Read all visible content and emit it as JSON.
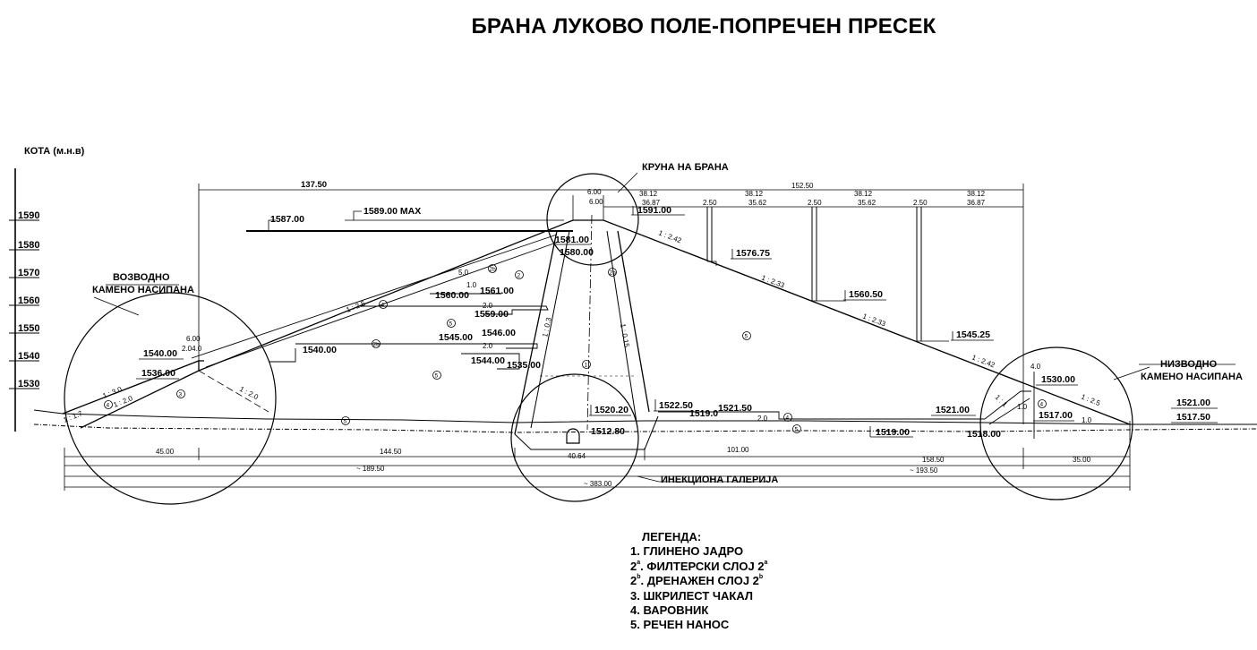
{
  "title": "БРАНА ЛУКОВО ПОЛЕ-ПОПРЕЧЕН ПРЕСЕК",
  "axis": {
    "label": "КОТА (м.н.в)",
    "ticks": [
      "1590",
      "1580",
      "1570",
      "1560",
      "1550",
      "1540",
      "1530"
    ]
  },
  "labels": {
    "crest": "КРУНА НА БРАНА",
    "upstream_line1": "ВОЗВОДНО",
    "upstream_line2": "КАМЕНО НАСИПАНА",
    "downstream_line1": "НИЗВОДНО",
    "downstream_line2": "КАМЕНО НАСИПАНА",
    "gallery": "ИНЕКЦИОНА ГАЛЕРИЈА"
  },
  "elevations": {
    "e1587": "1587.00",
    "e1589": "1589.00 MAX",
    "e1591": "1591.00",
    "e1581": "1581.00",
    "e1580": "1580.00",
    "e1576": "1576.75",
    "e1560d": "1560.50",
    "e1545d": "1545.25",
    "e1560": "1560.00",
    "e1561": "1561.00",
    "e1559": "1559.00",
    "e1545": "1545.00",
    "e1546": "1546.00",
    "e1544": "1544.00",
    "e1535": "1535.00",
    "e1540a": "1540.00",
    "e1540b": "1540.00",
    "e1536": "1536.00",
    "e1530": "1530.00",
    "e1522": "1522.50",
    "e1519a": "1519.0",
    "e1521a": "1521.50",
    "e1520": "1520.20",
    "e1512": "1512.80",
    "e1521b": "1521.00",
    "e1521c": "1521.00",
    "e1517a": "1517.00",
    "e1517b": "1517.50",
    "e1519b": "1519.00",
    "e1518": "1518.00"
  },
  "dimensions": {
    "d137": "137.50",
    "d152": "152.50",
    "d38a": "38.12",
    "d38b": "38.12",
    "d38c": "38.12",
    "d38d": "38.12",
    "d36a": "36.87",
    "d36b": "36.87",
    "d35a": "35.62",
    "d35b": "35.62",
    "d250a": "2.50",
    "d250b": "2.50",
    "d250c": "2.50",
    "d600a": "6.00",
    "d600b": "6.00",
    "d45": "45.00",
    "d144": "144.50",
    "d101": "101.00",
    "d158": "158.50",
    "d35": "35.00",
    "d189": "~ 189.50",
    "d193": "~ 193.50",
    "d383": "~ 383.00",
    "d4064": "40.64",
    "d50": "5.0",
    "d10": "1.0",
    "d20a": "2.0",
    "d20b": "2.0",
    "d4": "4.0",
    "d1c": "1.0",
    "d1d": "1.0",
    "d20c": "2.0",
    "d2040": "2.04.0",
    "d600c": "6.00"
  },
  "slopes": {
    "s25u": "1 : 2.5",
    "s30": "1 : 3.0",
    "s20": "1 : 2.0",
    "s20b": "1 : 2.0",
    "s17": "1 : 1.7",
    "s03": "1 : 0.3",
    "s015": "1 : 0.15",
    "s242a": "1 : 2.42",
    "s233a": "1 : 2.33",
    "s233b": "1 : 2.33",
    "s242b": "1 : 2.42",
    "s25d": "1 : 2.5",
    "s11": "1 : 1"
  },
  "zones": {
    "z3": "3",
    "z4a": "4",
    "z4b": "4",
    "z5a": "5",
    "z5b": "5",
    "z5c": "5",
    "z5d": "5",
    "z2b": "2b",
    "z2c": "2b",
    "z2d": "2b",
    "z1": "1",
    "z2e": "2",
    "z4c": "4",
    "z5e": "5",
    "z4d": "4"
  },
  "legend": {
    "title": "ЛЕГЕНДА:",
    "i1": "1. ГЛИНЕНО ЈАДРО",
    "i2_num": "2",
    "i2_sup": "a",
    "i2_text": ". ФИЛТЕРСКИ СЛОЈ 2",
    "i2_sup2": "a",
    "i3_num": "2",
    "i3_sup": "b",
    "i3_text": ". ДРЕНАЖЕН СЛОЈ 2",
    "i3_sup2": "b",
    "i4": "3. ШКРИЛЕСТ ЧАКАЛ",
    "i5": "4. ВАРОВНИК",
    "i6": "5. РЕЧЕН НАНОС"
  }
}
